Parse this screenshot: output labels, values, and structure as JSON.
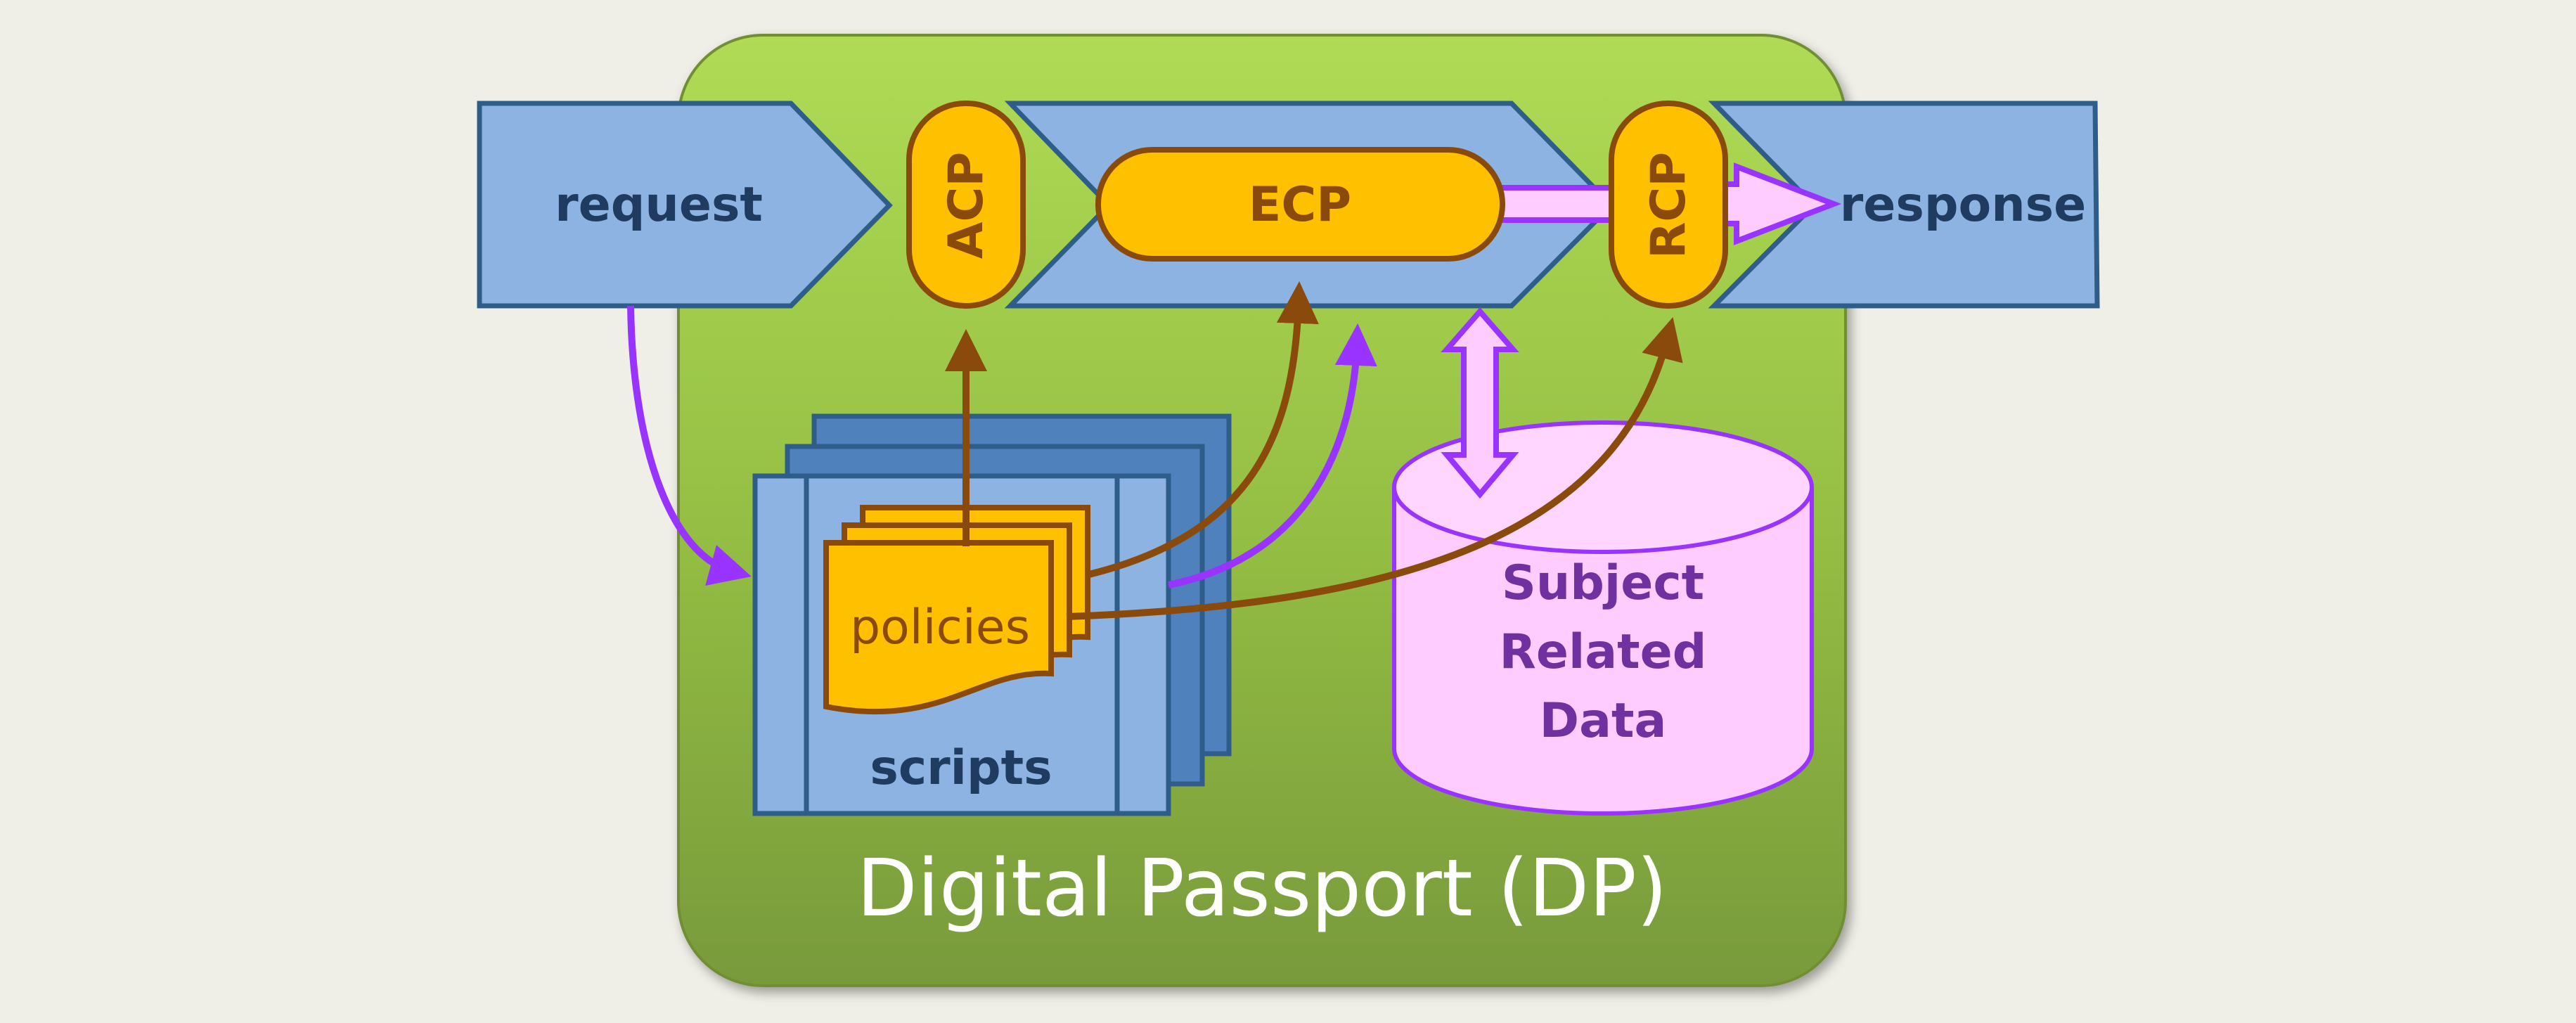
{
  "container": {
    "title": "Digital Passport (DP)"
  },
  "flow": {
    "request": "request",
    "response": "response",
    "acp": "ACP",
    "ecp": "ECP",
    "rcp": "RCP"
  },
  "components": {
    "scripts": "scripts",
    "policies": "policies",
    "data_line1": "Subject",
    "data_line2": "Related",
    "data_line3": "Data"
  },
  "colors": {
    "background": "#efefe7",
    "container_top": "#a9d64e",
    "container_bottom": "#7a9c3c",
    "arrow_fill": "#8db3e2",
    "arrow_stroke": "#2f5d8a",
    "box_fill": "#ffc000",
    "box_stroke": "#8a4a0b",
    "box_text": "#8a4a0b",
    "scripts_back": "#4f81bd",
    "database_fill": "#ffccff",
    "database_text": "#7030a0",
    "purple_arrow": "#9933ff",
    "brown_arrow": "#8a4a0b"
  }
}
